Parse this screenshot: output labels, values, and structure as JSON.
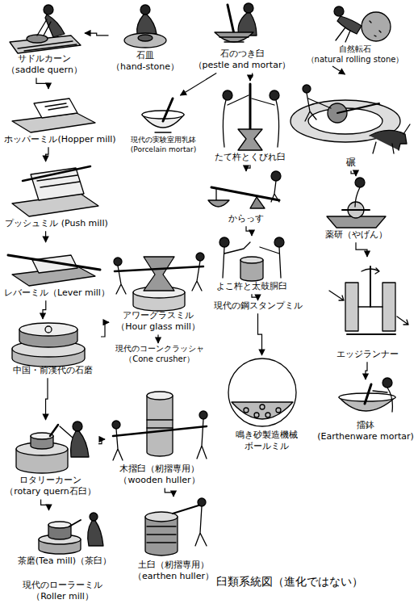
{
  "diagram": {
    "title": "臼類系統図（進化ではない）",
    "nodes": [
      {
        "text": [
          "サドルカーン",
          "（saddle quern）"
        ]
      },
      {
        "text": [
          "石皿",
          "（hand-stone）"
        ]
      },
      {
        "text": [
          "石のつき臼",
          "（pestle and mortar）"
        ]
      },
      {
        "text": [
          "自然転石",
          "（natural rolling stone）"
        ]
      },
      {
        "text": [
          "ホッパーミル(Hopper mill)"
        ]
      },
      {
        "text": [
          "プッシュミル (Push mill)"
        ]
      },
      {
        "text": [
          "レバーミル（Lever mill）"
        ]
      },
      {
        "text": [
          "中国・前漢代の石磨"
        ]
      },
      {
        "text": [
          "ロタリーカーン",
          "（rotary quern石臼）"
        ]
      },
      {
        "text": [
          "茶磨(Tea mill)（茶臼）"
        ]
      },
      {
        "text": [
          "現代のローラーミル",
          "（Roller mill）"
        ]
      },
      {
        "text": [
          "現代の実験室用乳鉢",
          "(Porcelain mortar)"
        ]
      },
      {
        "text": [
          "たて杵とくびれ臼"
        ]
      },
      {
        "text": [
          "からっす"
        ]
      },
      {
        "text": [
          "よこ杵と太鼓胴臼"
        ]
      },
      {
        "text": [
          "現代の鋼スタンプミル"
        ]
      },
      {
        "text": [
          "鳴き砂製造機械",
          "ボールミル"
        ]
      },
      {
        "text": [
          "アワーグラスミル",
          "（Hour glass mill）"
        ]
      },
      {
        "text": [
          "現代のコーンクラッシャ",
          "（Cone crusher）"
        ]
      },
      {
        "text": [
          "木摺臼（籾摺専用）",
          "（wooden huller）"
        ]
      },
      {
        "text": [
          "土臼（籾摺専用）",
          "（earthen huller）"
        ]
      },
      {
        "text": [
          "碾"
        ]
      },
      {
        "text": [
          "薬研（やげん）"
        ]
      },
      {
        "text": [
          "エッジランナー"
        ]
      },
      {
        "text": [
          "擂鉢",
          "(Earthenware mortar)"
        ]
      }
    ],
    "edges": [
      {
        "from": 1,
        "to": 0,
        "arrow": "to"
      },
      {
        "from": 0,
        "to": 4,
        "arrow": "to"
      },
      {
        "from": 4,
        "to": 5,
        "arrow": "to"
      },
      {
        "from": 5,
        "to": 6,
        "arrow": "to"
      },
      {
        "from": 6,
        "to": 7,
        "arrow": "to"
      },
      {
        "from": 7,
        "to": 8,
        "arrow": "to"
      },
      {
        "from": 8,
        "to": 9,
        "arrow": "to"
      },
      {
        "from": 2,
        "to": 11,
        "arrow": "to"
      },
      {
        "from": 2,
        "to": 12,
        "arrow": "to"
      },
      {
        "from": 12,
        "to": 13,
        "arrow": "to"
      },
      {
        "from": 13,
        "to": 14,
        "arrow": "to"
      },
      {
        "from": 14,
        "to": 15,
        "arrow": "to"
      },
      {
        "from": 15,
        "to": 16,
        "arrow": "to"
      },
      {
        "from": 17,
        "to": 18,
        "arrow": "to"
      },
      {
        "from": 7,
        "to": 17,
        "arrow": "to"
      },
      {
        "from": 8,
        "to": 19,
        "arrow": "to"
      },
      {
        "from": 19,
        "to": 20,
        "arrow": "to"
      },
      {
        "from": 3,
        "to": 21,
        "arrow": "to"
      },
      {
        "from": 21,
        "to": 22,
        "arrow": "to"
      },
      {
        "from": 22,
        "to": 23,
        "arrow": "to"
      },
      {
        "from": 23,
        "to": 24,
        "arrow": "to"
      }
    ]
  }
}
